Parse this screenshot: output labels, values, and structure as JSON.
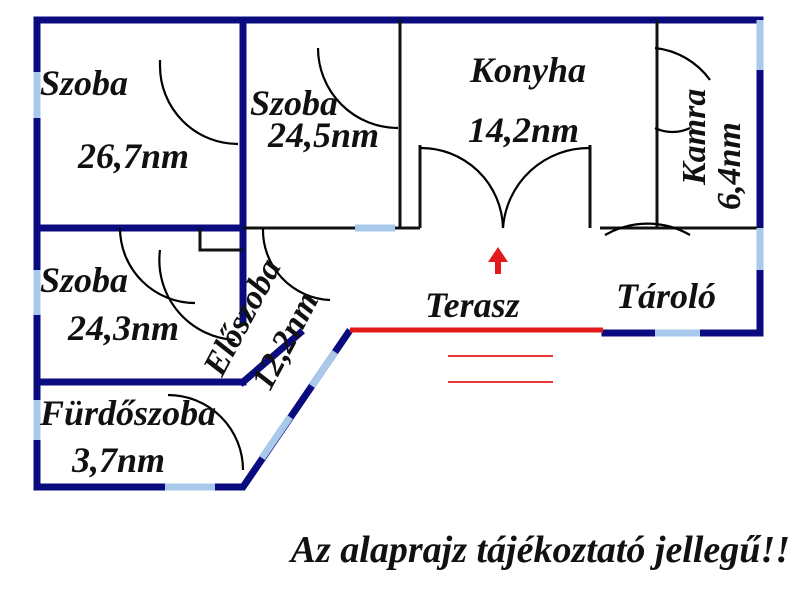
{
  "rooms": {
    "szoba1": {
      "name": "Szoba",
      "area": "26,7nm"
    },
    "szoba2": {
      "name": "Szoba",
      "area": "24,5nm"
    },
    "konyha": {
      "name": "Konyha",
      "area": "14,2nm"
    },
    "kamra": {
      "name": "Kamra",
      "area": "6,4nm"
    },
    "szoba3": {
      "name": "Szoba",
      "area": "24,3nm"
    },
    "eloszoba": {
      "name": "Előszoba",
      "area": "12,2nm"
    },
    "terasz": {
      "name": "Terasz"
    },
    "tarolo": {
      "name": "Tároló"
    },
    "furdoszoba": {
      "name": "Fürdőszoba",
      "area": "3,7nm"
    }
  },
  "note": "Az alaprajz tájékoztató jellegű!!",
  "colors": {
    "wall": "#0b0b80",
    "window": "#a9c9ea",
    "terrace": "#e31a1a",
    "text": "#111111"
  }
}
